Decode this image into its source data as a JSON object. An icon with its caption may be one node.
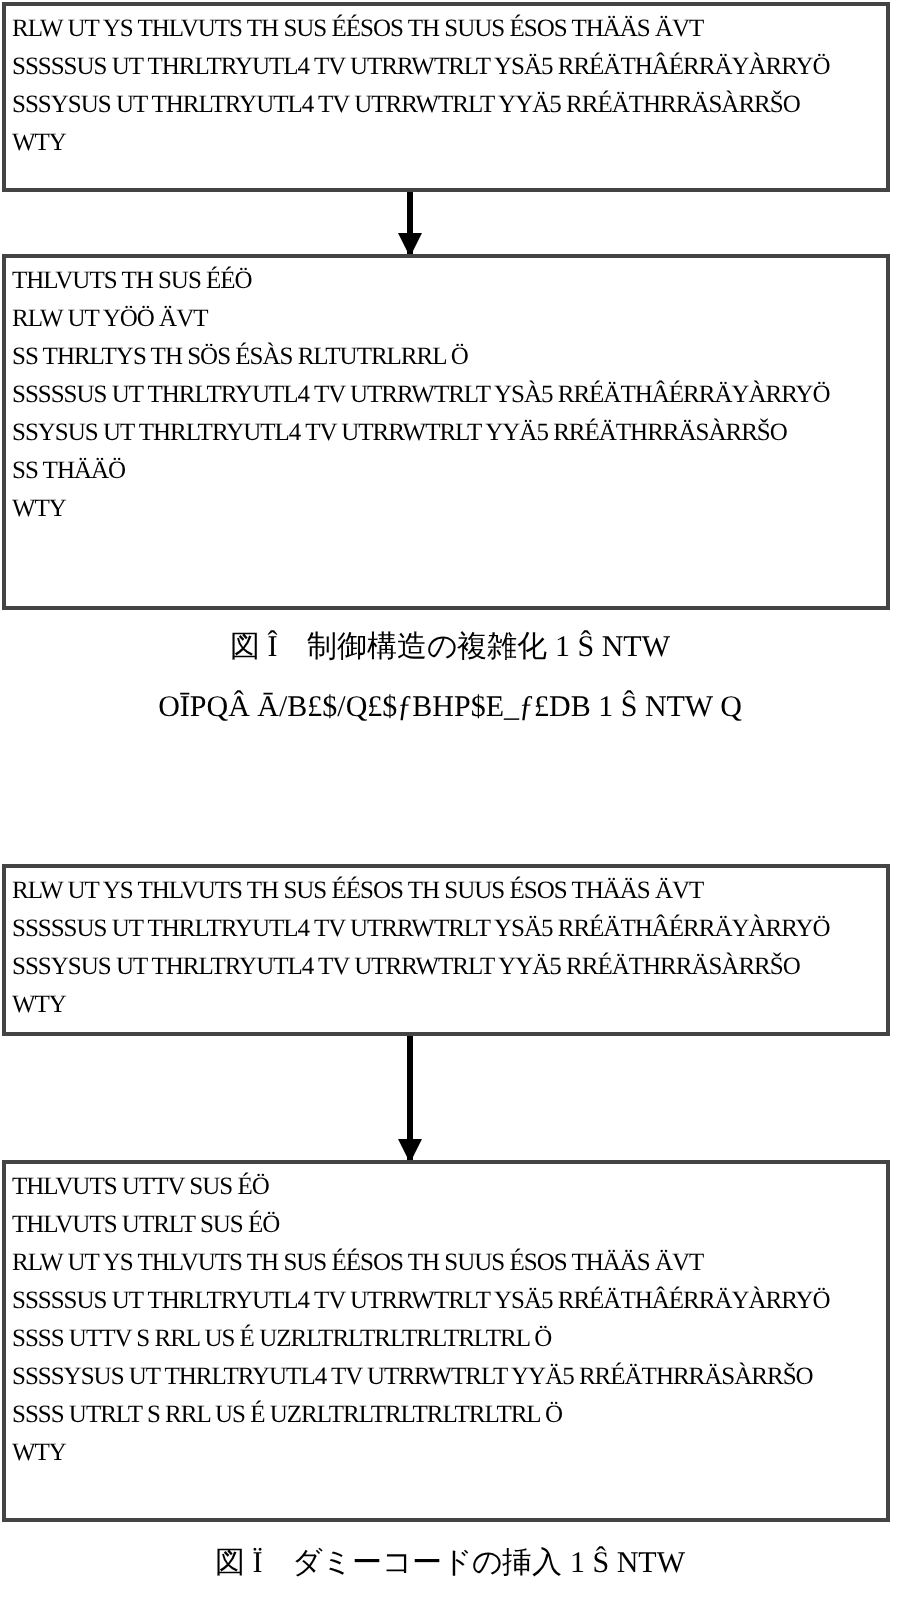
{
  "diagram": {
    "nodes": [
      {
        "text": [
          "RLW UT YS THLVUTS TH SUS ÉÉSOS TH SUUS ÉSOS THÄÄS ÄVT",
          "SSSSSUS UT THRLTRYUTL4 TV UTRRWTRLT YSÄ5 RRÉÄTHÂÉRRÄYÀRRYÖ",
          "SSSYSUS UT THRLTRYUTL4 TV UTRRWTRLT YYÄ5 RRÉÄTHRRÄSÀRRŠO",
          "WTY"
        ]
      },
      {
        "text": [
          "THLVUTS TH SUS ÉÉÖ",
          "RLW UT YÖÖ ÄVT",
          "SS THRLTYS TH SÖS ÉSÀS RLTUTRLRRL Ö",
          "SSSSSUS UT THRLTRYUTL4 TV UTRRWTRLT YSÀ5 RRÉÄTHÂÉRRÄYÀRRYÖ",
          "SSYSUS UT THRLTRYUTL4 TV UTRRWTRLT YYÄ5 RRÉÄTHRRÄSÀRRŠO",
          "SS THÄÄÖ",
          "WTY"
        ]
      },
      {
        "text": [
          "RLW UT YS THLVUTS TH SUS ÉÉSOS TH SUUS ÉSOS THÄÄS ÄVT",
          "SSSSSUS UT THRLTRYUTL4 TV UTRRWTRLT YSÄ5 RRÉÄTHÂÉRRÄYÀRRYÖ",
          "SSSYSUS UT THRLTRYUTL4 TV UTRRWTRLT YYÄ5 RRÉÄTHRRÄSÀRRŠO",
          "WTY"
        ]
      },
      {
        "text": [
          "THLVUTS UTTV SUS ÉÖ",
          "THLVUTS UTRLT SUS ÉÖ",
          "RLW UT YS THLVUTS TH SUS ÉÉSOS TH SUUS ÉSOS THÄÄS ÄVT",
          "SSSSSUS UT THRLTRYUTL4 TV UTRRWTRLT YSÄ5 RRÉÄTHÂÉRRÄYÀRRYÖ",
          "SSSS UTTV S RRL US É UZRLTRLTRLTRLTRLTRL Ö",
          "SSSSYSUS UT THRLTRYUTL4 TV UTRRWTRLT YYÄ5 RRÉÄTHRRÄSÀRRŠO",
          "SSSS UTRLT S RRL US É UZRLTRLTRLTRLTRLTRL Ö",
          "WTY"
        ]
      }
    ],
    "edges": [
      {
        "from": 0,
        "to": 1,
        "arrow": "to"
      },
      {
        "from": 2,
        "to": 3,
        "arrow": "to"
      }
    ],
    "labels": [
      "図 Î　制御構造の複雑化 1 Ŝ NTW",
      "OĪPQÂ Ā/B£$/Q£$ƒBHP$E_ƒ£DB 1 Ŝ NTW Q",
      "図 Ï　ダミーコードの挿入 1 Ŝ NTW"
    ]
  }
}
